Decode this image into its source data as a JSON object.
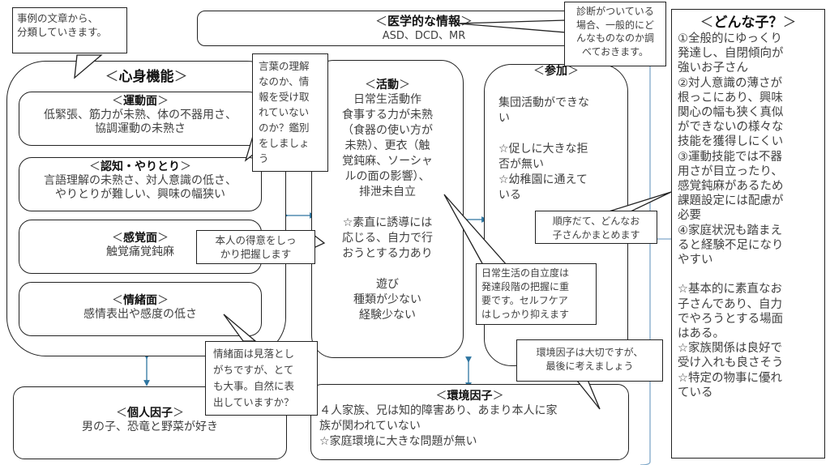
{
  "notes": {
    "intro": "事例の文章から、\n分類していきます。",
    "diagnosis": "診断がついている\n場合、一般的にど\nんなものなのか調\nべておきます。",
    "language": "言葉の理解\nなのか、情\n報を受け取\nれていない\nのか？鑑別\nをしましょ\nう",
    "strength": "本人の得意をしっ\nかり把握します",
    "daily_life": "日常生活の自立度は\n発達段階の把握に重\n要です。セルフケア\nはしっかり抑えます",
    "order": "順序だて、どんなお\n子さんかまとめます",
    "environment": "環境因子は大切ですが、\n最後に考えましょう",
    "emotion": "情緒面は見落とし\nがちですが、とて\nも大事。自然に表\n出していますか？"
  },
  "medical": {
    "title": "医学的な情報",
    "text": "ASD、DCD、MR"
  },
  "body_function": {
    "title": "心身機能",
    "sections": [
      {
        "title": "運動面",
        "text": "低緊張、筋力が未熟、体の不器用さ、\n協調運動の未熟さ"
      },
      {
        "title": "認知・やりとり",
        "text": "言語理解の未熟さ、対人意識の低さ、\nやりとりが難しい、興味の幅狭い"
      },
      {
        "title": "感覚面",
        "text": "触覚痛覚鈍麻"
      },
      {
        "title": "情緒面",
        "text": "感情表出や感度の低さ"
      }
    ]
  },
  "activity": {
    "title": "活動",
    "text1": "日常生活動作\n食事する力が未熟\n（食器の使い方が\n未熟）、更衣（触\n覚鈍麻、ソーシャ\nルの面の影響）、\n排泄未自立",
    "text2": "☆素直に誘導には\n応じる、自力で行\nおうとする力あり",
    "text3": "遊び\n種類が少ない\n経験少ない"
  },
  "participation": {
    "title": "参加",
    "text": "集団活動ができな\nい\n\n☆促しに大きな拒\n否が無い\n☆幼稚園に通えて\nいる"
  },
  "personal": {
    "title": "個人因子",
    "text": "男の子、恐竜と野菜が好き"
  },
  "environment": {
    "title": "環境因子",
    "text": "４人家族、兄は知的障害あり、あまり本人に家\n族が関われていない\n☆家庭環境に大きな問題が無い"
  },
  "summary": {
    "title": "どんな子？",
    "text": "①全般的にゆっくり\n発達し、自閉傾向が\n強いお子さん\n②対人意識の薄さが\n根っこにあり、興味\n関心の幅も狭く真似\nができないの様々な\n技能を獲得しにくい\n③運動技能では不器\n用さが目立ったり、\n感覚鈍麻があるため\n課題設定には配慮が\n必要\n④家庭状況も踏まえ\nると経験不足になり\nやすい\n\n☆基本的に素直なお\n子さんであり、自力\nでやろうとする場面\nはある。\n☆家族関係は良好で\n受け入れも良さそう\n☆特定の物事に優れ\nている"
  },
  "brackets": {
    "open": "＜",
    "close": "＞"
  },
  "colors": {
    "arrow": "#2e75a0",
    "bracket": "#7fa8c9",
    "border": "#222222"
  }
}
